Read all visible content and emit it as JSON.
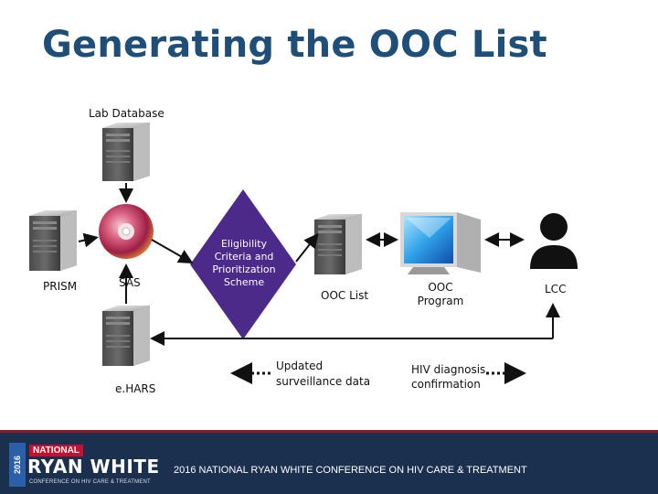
{
  "title": "Generating the OOC List",
  "nodes": {
    "lab_database": "Lab Database",
    "prism": "PRISM",
    "sas": "SAS",
    "ehars": "e.HARS",
    "eligibility": "Eligibility Criteria and Prioritization Scheme",
    "ooc_list": "OOC List",
    "ooc_program": "OOC Program",
    "lcc": "LCC"
  },
  "annotations": {
    "updated_data": "Updated surveillance data",
    "hiv_confirmation": "HIV diagnosis confirmation"
  },
  "footer": {
    "conference": "2016 NATIONAL RYAN WHITE CONFERENCE ON HIV CARE & TREATMENT",
    "logo_year": "2016",
    "logo_national": "NATIONAL",
    "logo_name": "RYAN WHITE",
    "logo_sub": "CONFERENCE ON HIV CARE & TREATMENT"
  },
  "colors": {
    "title": "#1f4e79",
    "diamond": "#4b2a8a",
    "footer_bg": "#1b2f4f",
    "footer_band": "#8b1a2b"
  }
}
